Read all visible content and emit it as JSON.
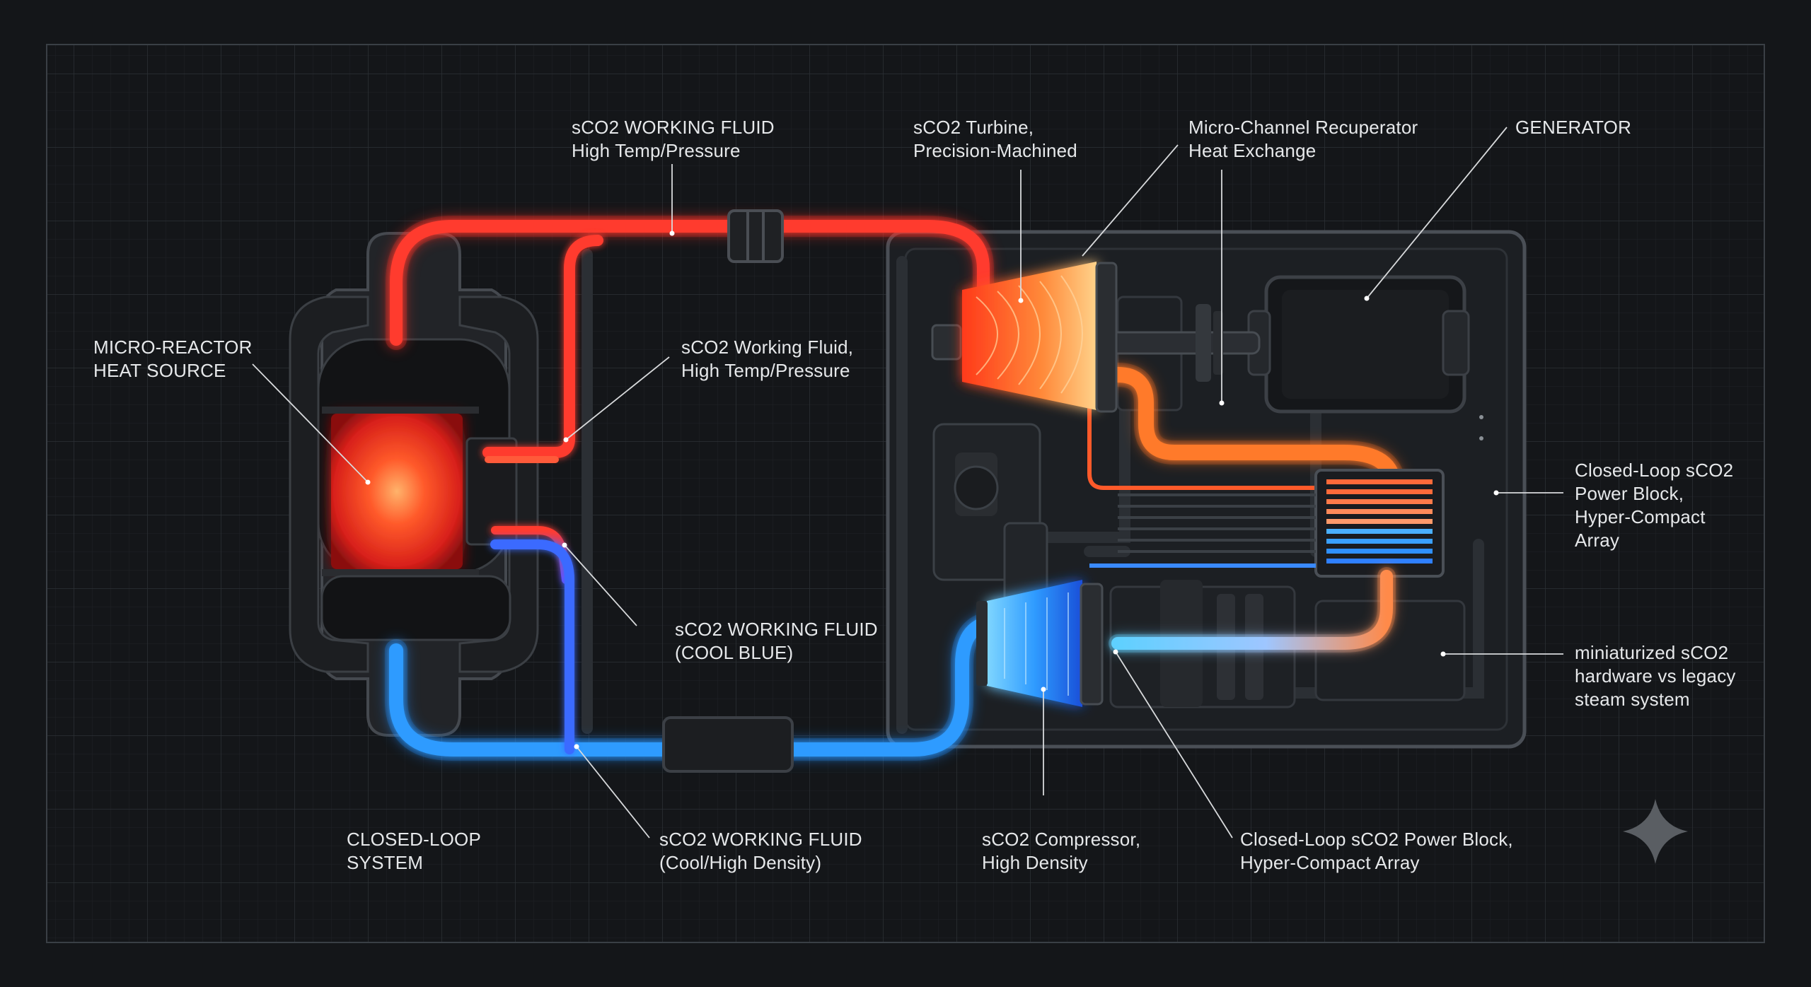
{
  "colors": {
    "background": "#141619",
    "grid": "#2a2e33",
    "hot": "#ff3b2f",
    "warm": "#ff7a2a",
    "cool": "#2f9bff",
    "casing": "#3a3e44",
    "text": "#e6e8ea"
  },
  "labels": {
    "working_fluid_top": [
      "sCO2 WORKING FLUID",
      "High Temp/Pressure"
    ],
    "turbine": [
      "sCO2 Turbine,",
      "Precision-Machined"
    ],
    "recuperator": [
      "Micro-Channel Recuperator",
      "Heat Exchange"
    ],
    "generator": [
      "GENERATOR"
    ],
    "reactor": [
      "MICRO-REACTOR",
      "HEAT SOURCE"
    ],
    "working_fluid_mid": [
      "sCO2 Working Fluid,",
      "High Temp/Pressure"
    ],
    "power_block_right": [
      "Closed-Loop sCO2",
      "Power Block,",
      "Hyper-Compact",
      "Array"
    ],
    "working_fluid_cool": [
      "sCO2 WORKING FLUID",
      "(COOL BLUE)"
    ],
    "miniaturized": [
      "miniaturized sCO2",
      "hardware vs legacy",
      "steam system"
    ],
    "closed_loop": [
      "CLOSED-LOOP",
      "SYSTEM"
    ],
    "working_fluid_dense": [
      "sCO2 WORKING FLUID",
      "(Cool/High Density)"
    ],
    "compressor": [
      "sCO2 Compressor,",
      "High Density"
    ],
    "power_block_bottom": [
      "Closed-Loop sCO2 Power Block,",
      "Hyper-Compact Array"
    ]
  }
}
